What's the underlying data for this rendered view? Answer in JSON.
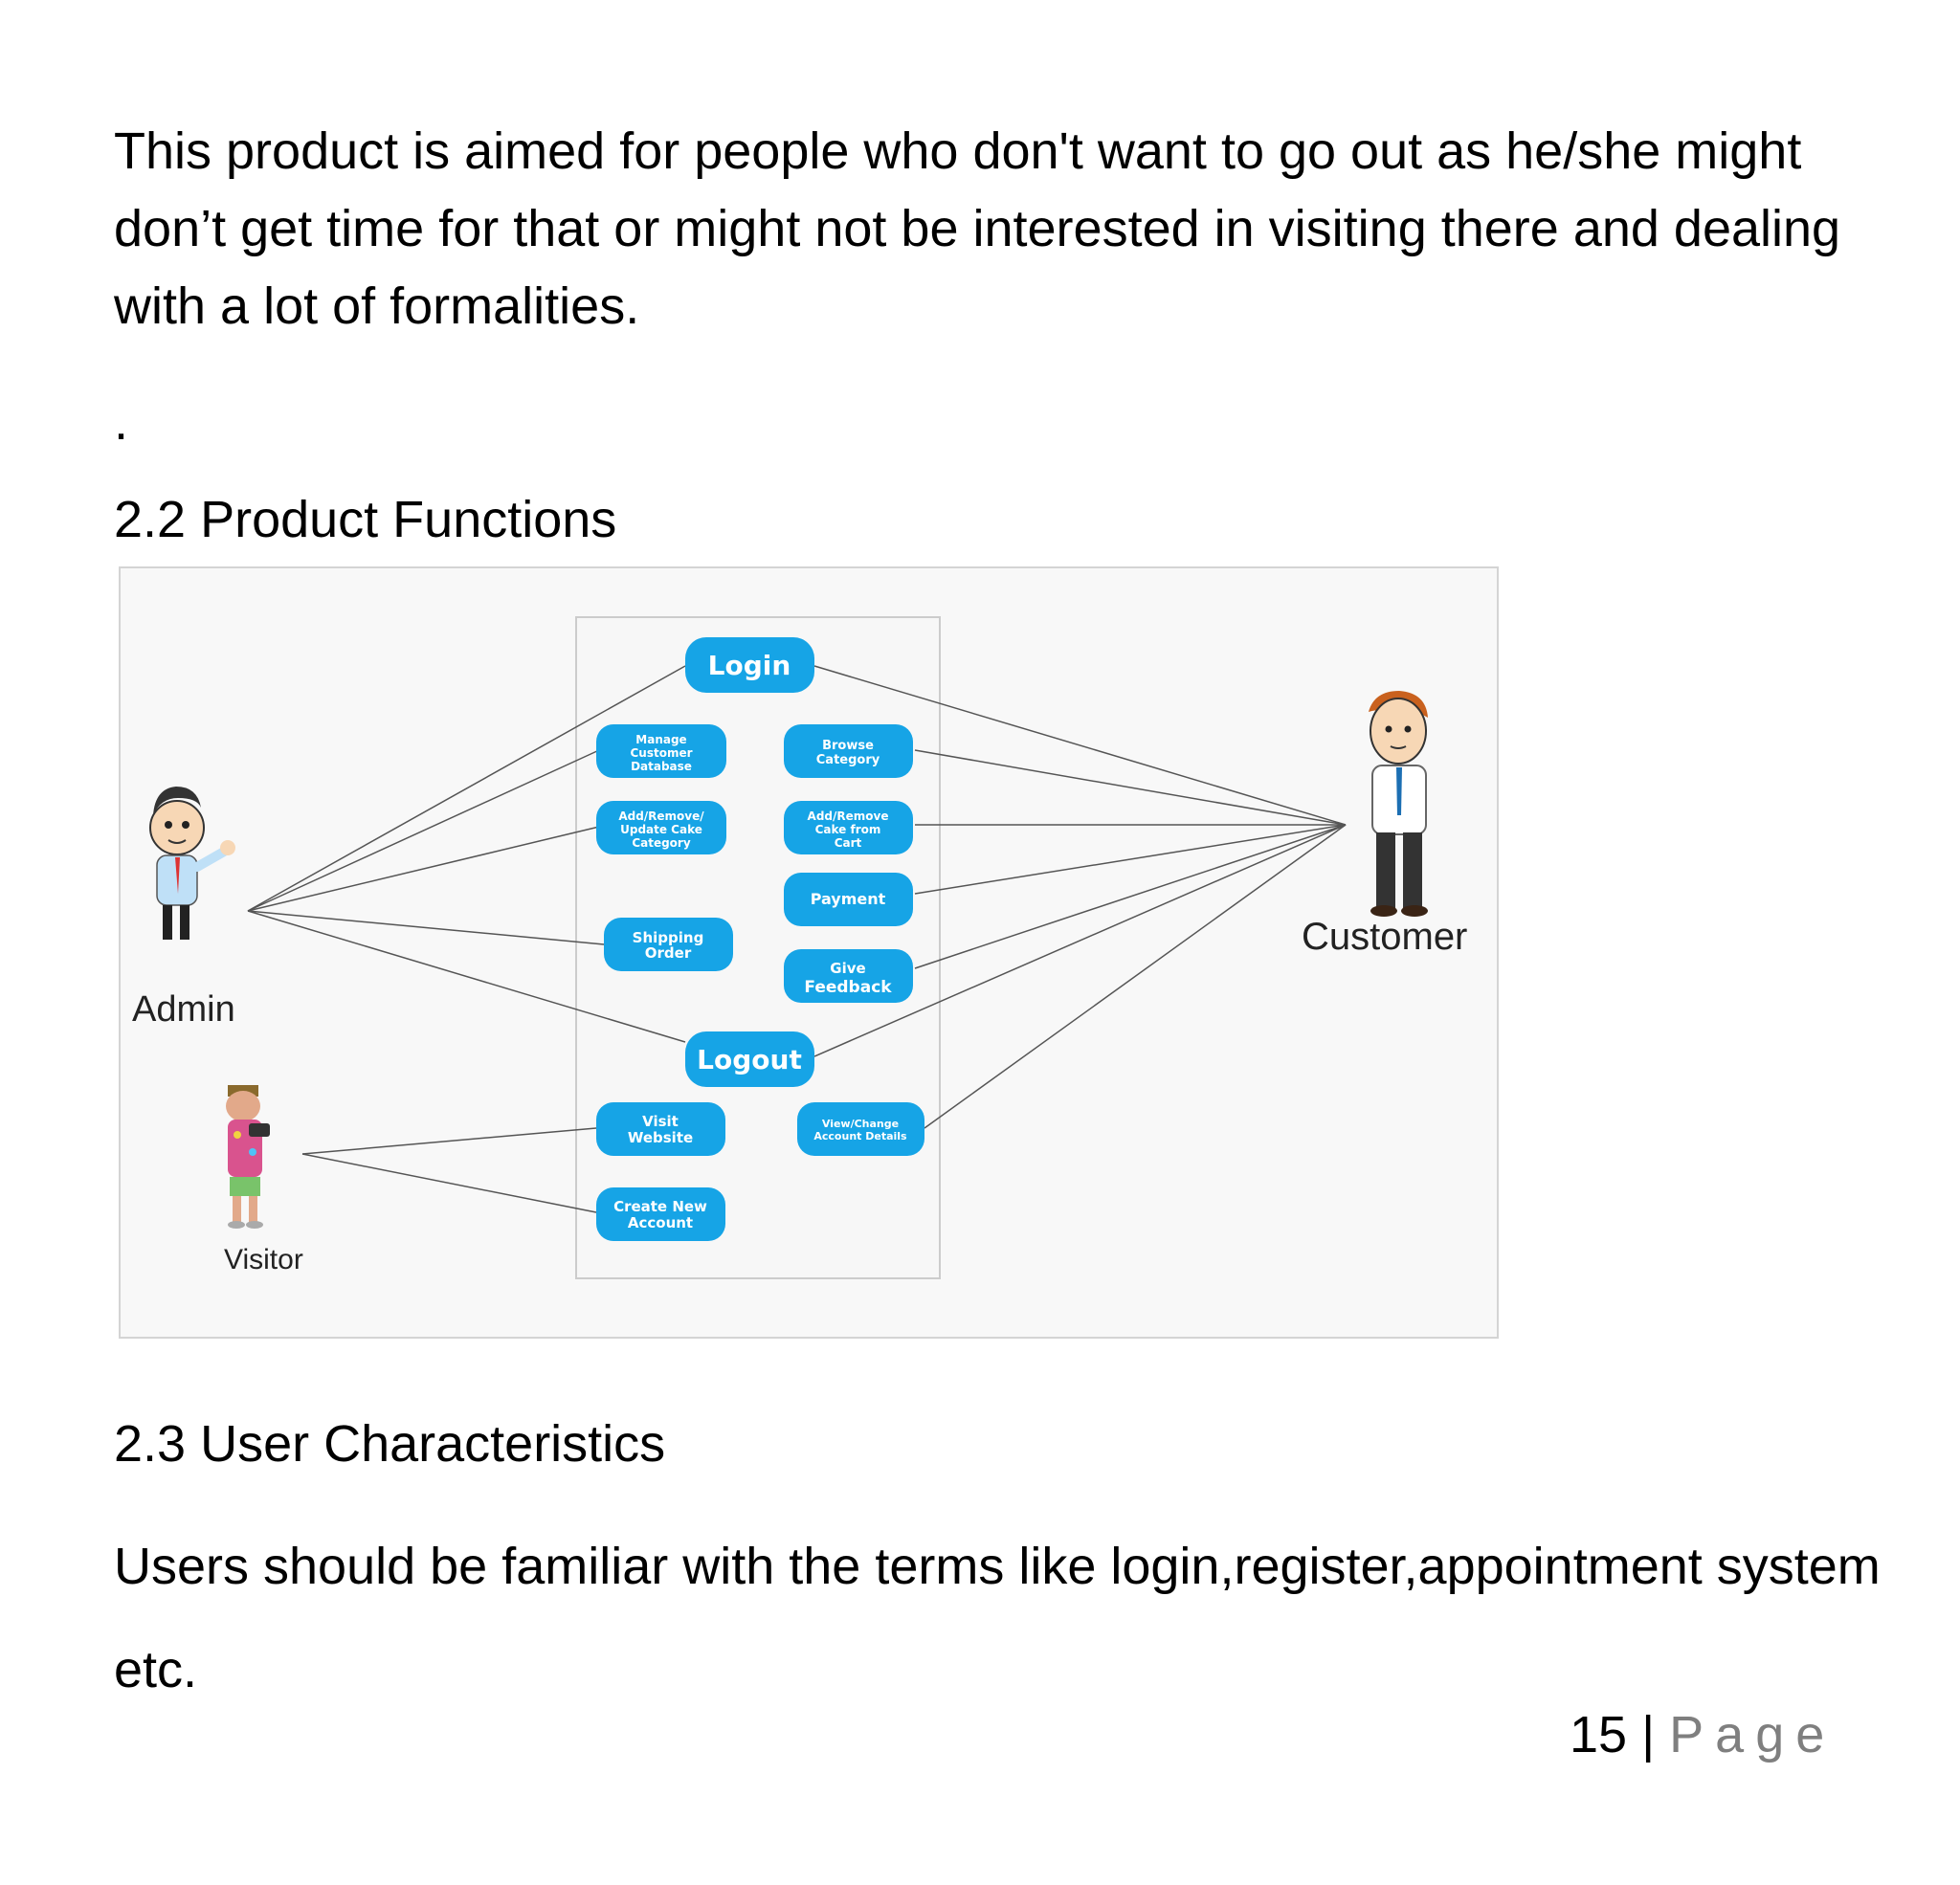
{
  "intro": {
    "text": "This product is aimed for people who don't want to go out as he/she might don’t get time for that or might not be interested in visiting there and dealing with a lot of formalities.",
    "dot": "."
  },
  "section_functions": {
    "heading": "2.2 Product Functions"
  },
  "diagram": {
    "actors": {
      "admin": "Admin",
      "customer": "Customer",
      "visitor": "Visitor"
    },
    "usecases": {
      "login": "Login",
      "manage_db": [
        "Manage",
        "Customer",
        "Database"
      ],
      "browse": [
        "Browse",
        "Category"
      ],
      "add_cake_cat": [
        "Add/Remove/",
        "Update Cake",
        "Category"
      ],
      "add_cart": [
        "Add/Remove",
        "Cake from",
        "Cart"
      ],
      "payment": "Payment",
      "shipping": [
        "Shipping",
        "Order"
      ],
      "feedback": [
        "Give",
        "Feedback"
      ],
      "logout": "Logout",
      "visit": [
        "Visit",
        "Website"
      ],
      "view_acct": [
        "View/Change",
        "Account Details"
      ],
      "create": [
        "Create New",
        "Account"
      ]
    },
    "colors": {
      "usecase_fill": "#16a4e6",
      "line": "#555555",
      "boundary": "#cccccc"
    }
  },
  "section_users": {
    "heading": "2.3 User Characteristics",
    "text": "Users should be familiar with the terms like login,register,appointment system etc."
  },
  "footer": {
    "page_number": "15",
    "separator": "|",
    "page_label": "Page"
  }
}
